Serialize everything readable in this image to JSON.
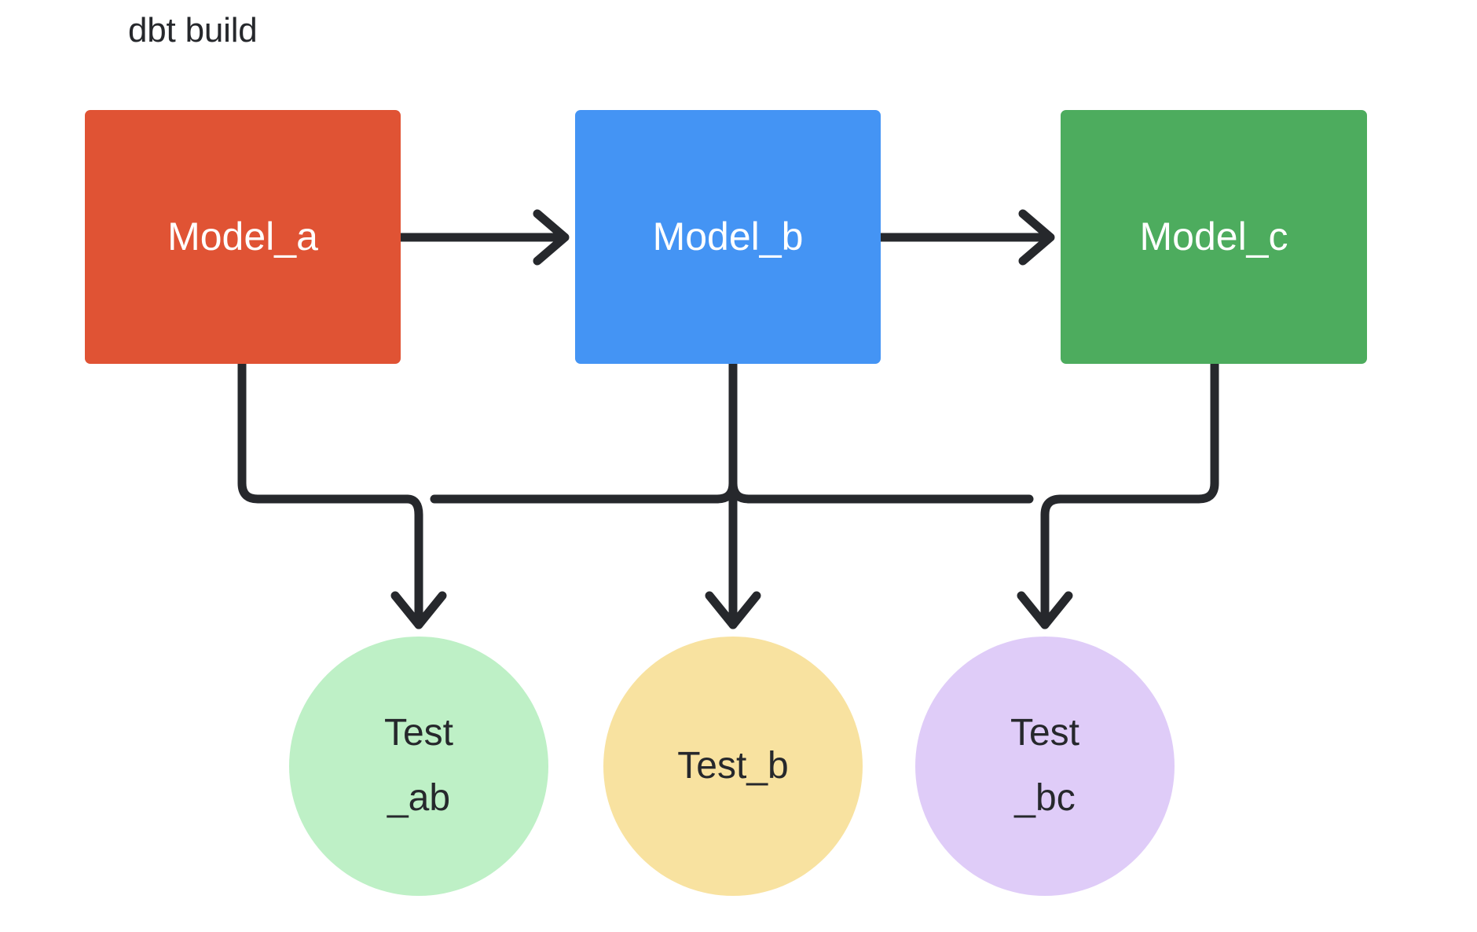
{
  "diagram": {
    "title": "dbt build",
    "type": "flowchart",
    "background": "#ffffff",
    "edge_color": "#26282c",
    "models": [
      {
        "id": "model_a",
        "label": "Model_a",
        "shape": "rectangle",
        "fill": "#e05334",
        "text_color": "#ffffff"
      },
      {
        "id": "model_b",
        "label": "Model_b",
        "shape": "rectangle",
        "fill": "#4494f4",
        "text_color": "#ffffff"
      },
      {
        "id": "model_c",
        "label": "Model_c",
        "shape": "rectangle",
        "fill": "#4dac5e",
        "text_color": "#ffffff"
      }
    ],
    "tests": [
      {
        "id": "test_ab",
        "label": "Test\n_ab",
        "shape": "circle",
        "fill": "#bef0c6",
        "text_color": "#26282c"
      },
      {
        "id": "test_b",
        "label": "Test_b",
        "shape": "circle",
        "fill": "#f8e2a0",
        "text_color": "#26282c"
      },
      {
        "id": "test_bc",
        "label": "Test\n_bc",
        "shape": "circle",
        "fill": "#dfccf8",
        "text_color": "#26282c"
      }
    ],
    "edges": [
      {
        "from": "model_a",
        "to": "model_b",
        "style": "straight-arrow"
      },
      {
        "from": "model_b",
        "to": "model_c",
        "style": "straight-arrow"
      },
      {
        "from": "model_a",
        "to": "test_ab",
        "style": "orthogonal-arrow"
      },
      {
        "from": "model_b",
        "to": "test_ab",
        "style": "orthogonal-arrow"
      },
      {
        "from": "model_b",
        "to": "test_b",
        "style": "orthogonal-arrow"
      },
      {
        "from": "model_b",
        "to": "test_bc",
        "style": "orthogonal-arrow"
      },
      {
        "from": "model_c",
        "to": "test_bc",
        "style": "orthogonal-arrow"
      }
    ]
  }
}
